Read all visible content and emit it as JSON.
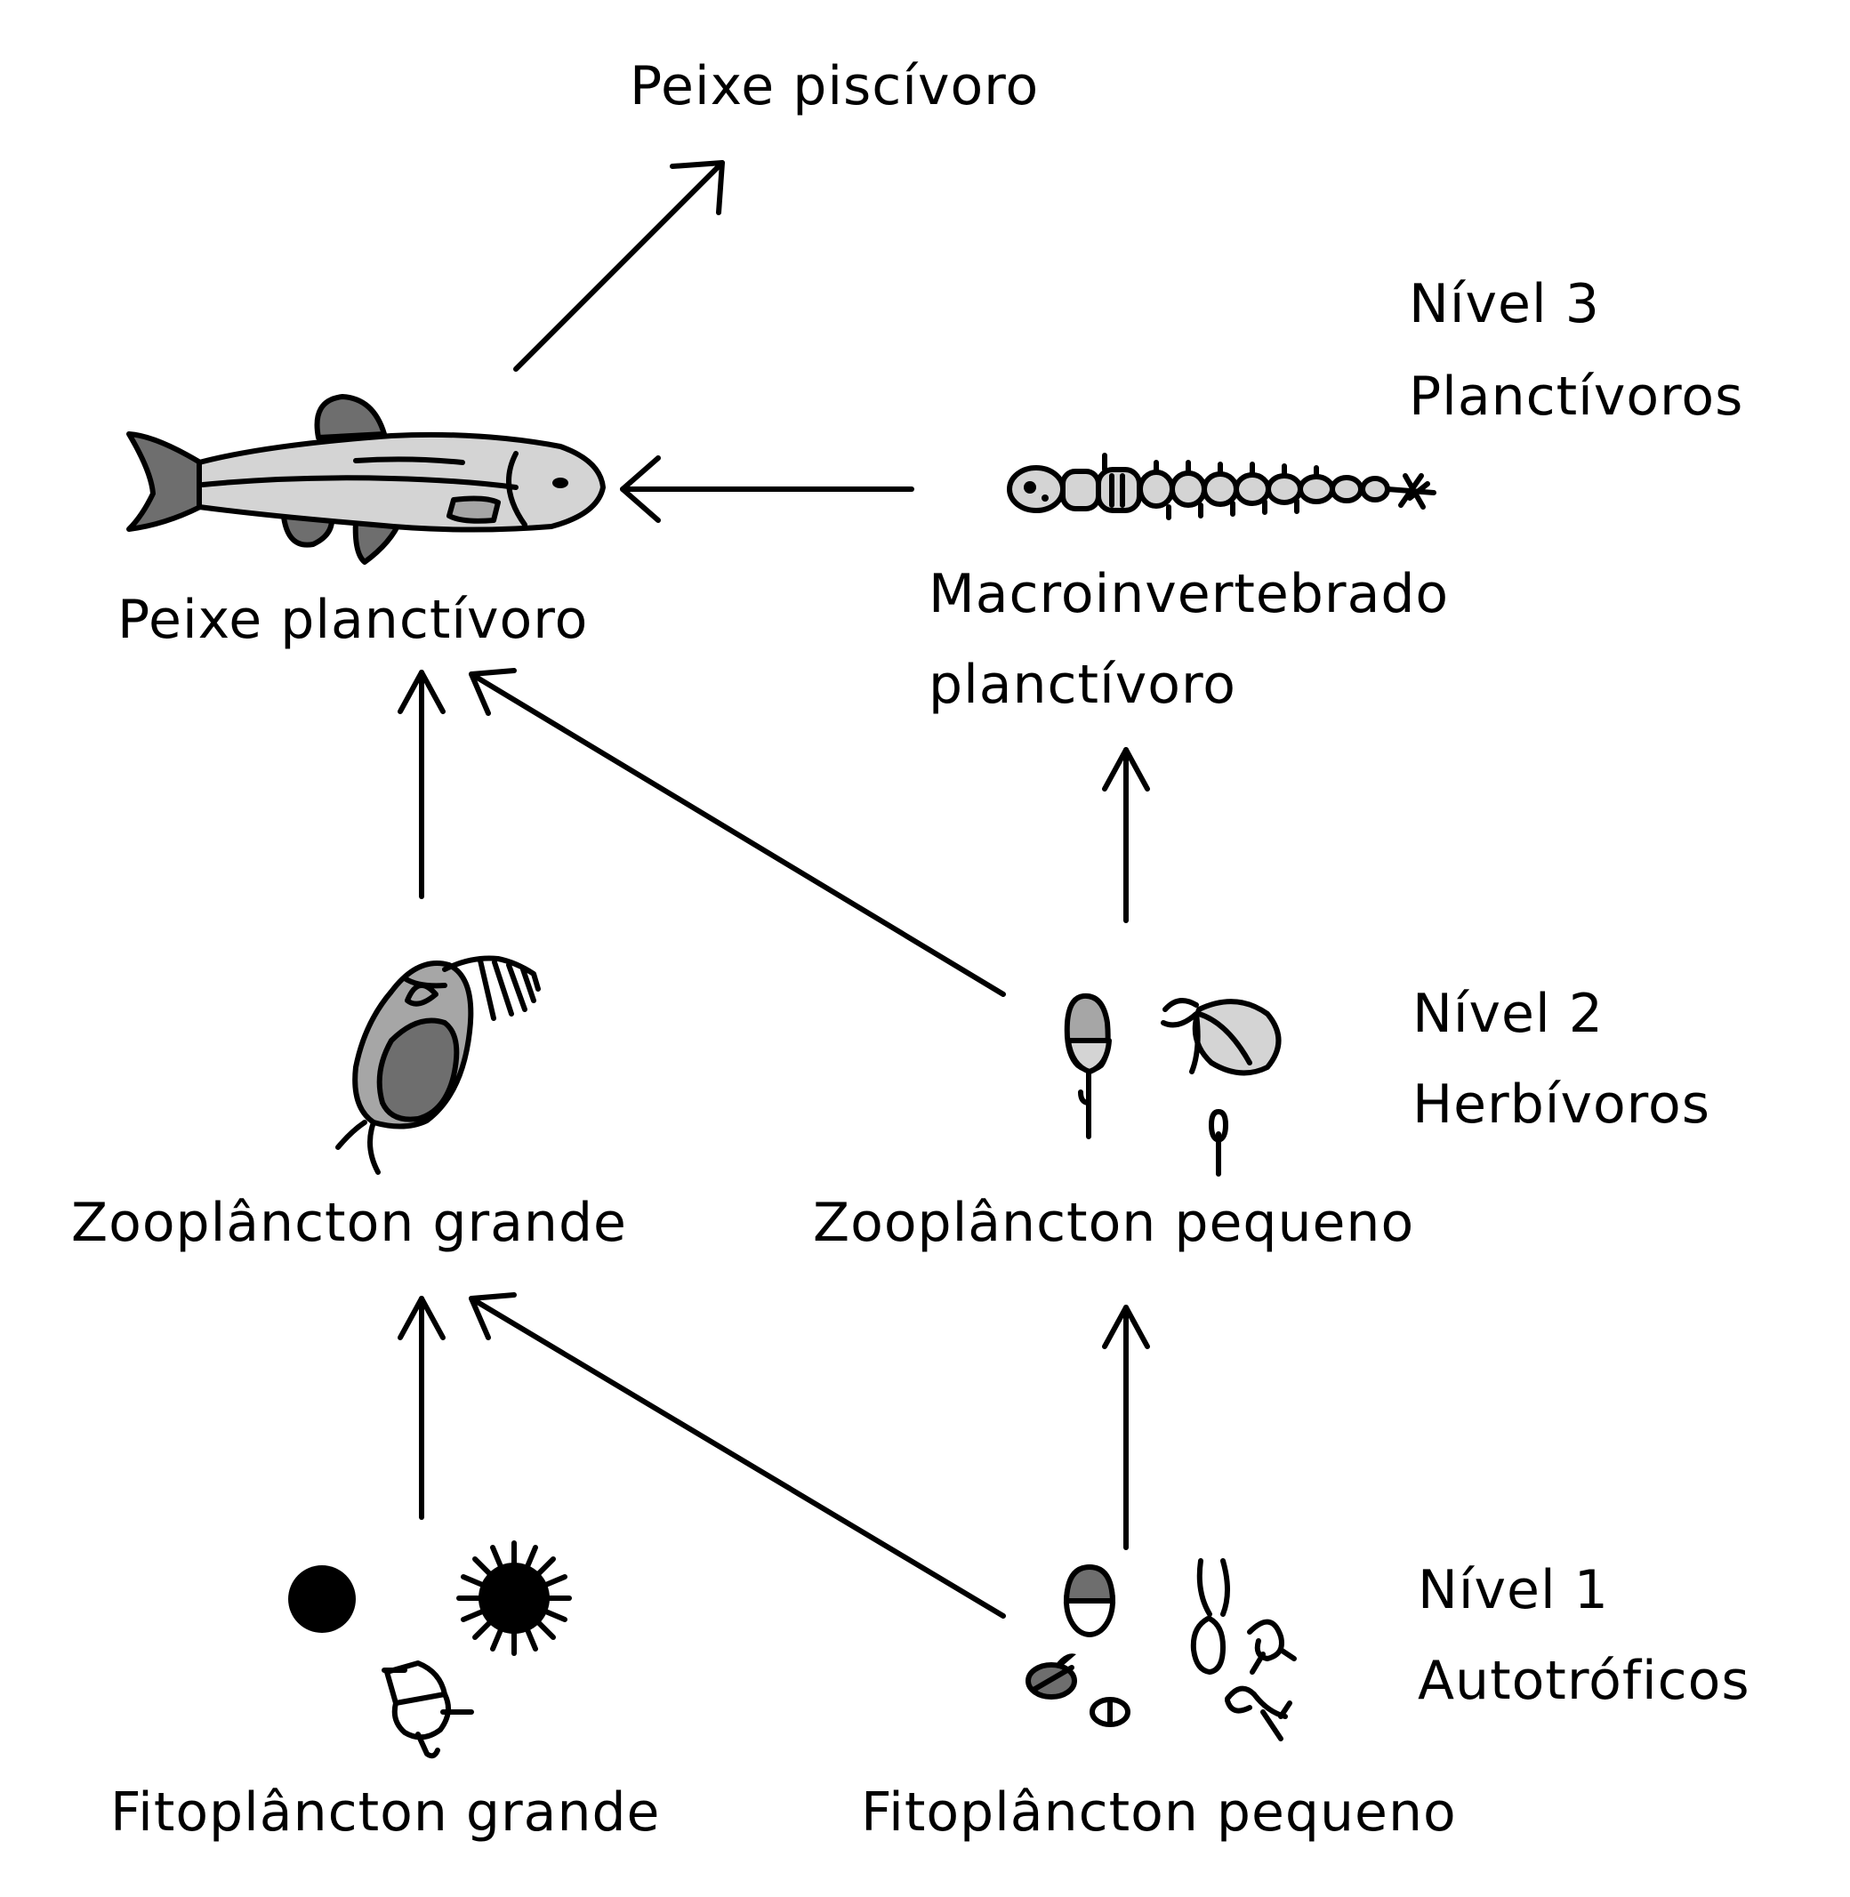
{
  "nodes": {
    "peixe_piscivoro": "Peixe piscívoro",
    "peixe_planctivoro": "Peixe planctívoro",
    "macroinvertebrado_line1": "Macroinvertebrado",
    "macroinvertebrado_line2": "planctívoro",
    "zoo_grande": "Zooplâncton grande",
    "zoo_pequeno": "Zooplâncton pequeno",
    "fito_grande": "Fitoplâncton grande",
    "fito_pequeno": "Fitoplâncton pequeno"
  },
  "levels": {
    "nivel3_title": "Nível 3",
    "nivel3_name": "Planctívoros",
    "nivel2_title": "Nível 2",
    "nivel2_name": "Herbívoros",
    "nivel1_title": "Nível 1",
    "nivel1_name": "Autotróficos"
  },
  "colors": {
    "outline": "#000000",
    "light_gray": "#d4d4d4",
    "mid_gray": "#a6a6a6",
    "dark_gray": "#6e6e6e",
    "black": "#000000"
  },
  "icons": [
    "fish-icon",
    "larva-icon",
    "daphnia-icon",
    "rotifer-icon",
    "ciliate-icon",
    "sphere-cell-icon",
    "spiky-alga-icon",
    "dinoflagellate-icon",
    "small-flagellate-icon",
    "filament-alga-icon"
  ]
}
